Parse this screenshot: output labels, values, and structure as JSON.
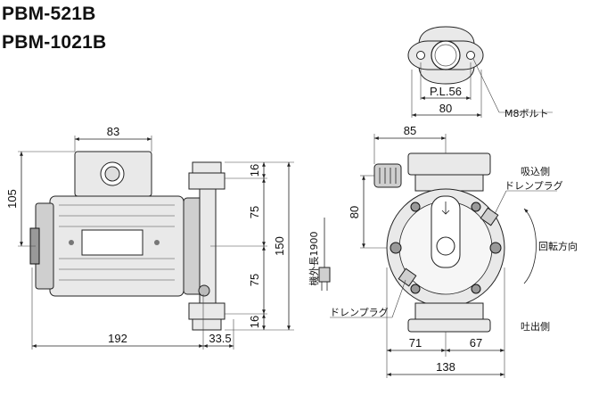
{
  "models": [
    "PBM-521B",
    "PBM-1021B"
  ],
  "flange_view": {
    "pl_label": "P.L.56",
    "width_label": "80",
    "bolt_label": "M8ボルト"
  },
  "side_view": {
    "top_dim": "83",
    "height_dim": "105",
    "flange_top_dim": "16",
    "upper_dim": "75",
    "lower_dim": "75",
    "flange_bottom_dim": "16",
    "total_height_dim": "150",
    "cord_label": "機外長1900",
    "length_dim": "192",
    "front_dim": "33.5"
  },
  "front_view": {
    "top_dim": "85",
    "height_dim": "80",
    "suction_label": "吸込側",
    "drain_plug_top": "ドレンプラグ",
    "rotation_label": "回転方向",
    "drain_plug_bottom": "ドレンプラグ",
    "discharge_label": "吐出側",
    "left_dim": "71",
    "right_dim": "67",
    "width_dim": "138"
  }
}
